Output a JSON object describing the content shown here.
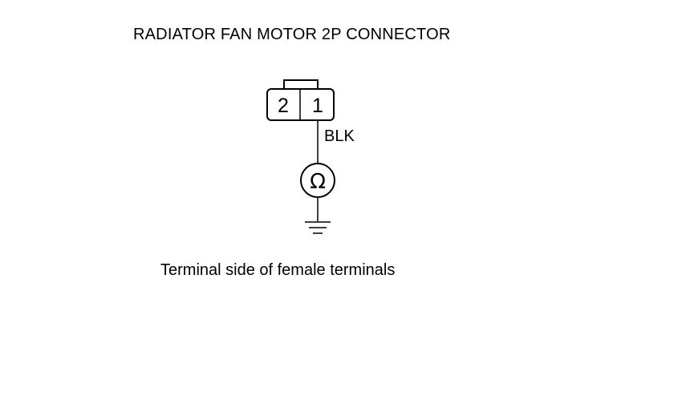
{
  "title": "RADIATOR FAN MOTOR 2P CONNECTOR",
  "connector": {
    "pins": [
      "2",
      "1"
    ]
  },
  "wire": {
    "color_label": "BLK"
  },
  "meter": {
    "symbol": "Ω"
  },
  "caption": "Terminal side of female terminals"
}
